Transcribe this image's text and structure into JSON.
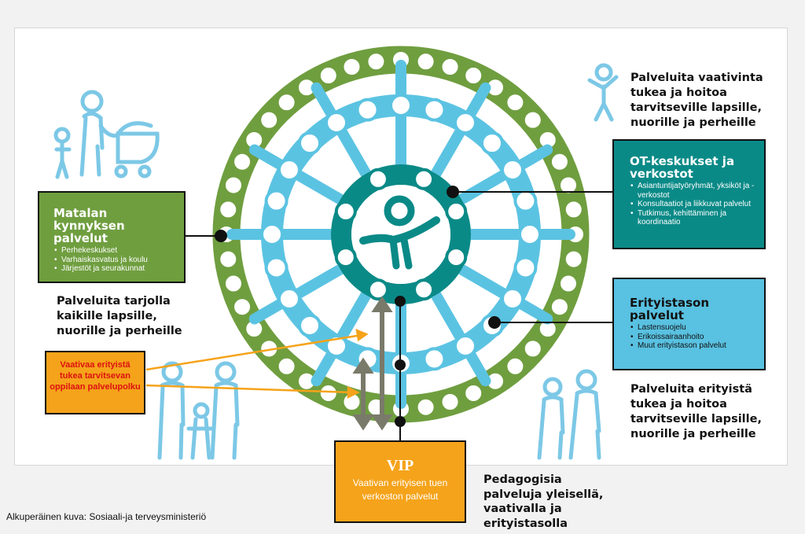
{
  "colors": {
    "green": "#6f9e3f",
    "light_blue": "#5bc3e2",
    "teal": "#0a8a87",
    "orange": "#f5a31a",
    "red_text": "#d11111",
    "person_icon": "#7cc8e6"
  },
  "left_box": {
    "title": "Matalan kynnyksen palvelut",
    "items": [
      "Perhekeskukset",
      "Varhaiskasvatus ja koulu",
      "Järjestöt ja seurakunnat"
    ]
  },
  "top_right_text": "Palveluita vaativinta tukea ja hoitoa tarvitseville lapsille, nuorille ja perheille",
  "ot_box": {
    "title": "OT-keskukset ja verkostot",
    "items": [
      "Asiantuntijatyöryhmät, yksiköt ja -verkostot",
      "Konsultaatiot ja liikkuvat palvelut",
      "Tutkimus, kehittäminen ja koordinaatio"
    ]
  },
  "erityis_box": {
    "title": "Erityistason palvelut",
    "items": [
      "Lastensuojelu",
      "Erikoissairaanhoito",
      "Muut erityistason palvelut"
    ]
  },
  "bottom_right_text": "Palveluita erityistä tukea ja hoitoa tarvitseville lapsille, nuorille ja perheille",
  "left_text": "Palveluita tarjolla kaikille lapsille, nuorille ja perheille",
  "red_box": "Vaativaa erityistä tukea tarvitsevan oppilaan palvelupolku",
  "vip_box": {
    "title": "VIP",
    "subtitle": "Vaativan erityisen tuen verkoston palvelut"
  },
  "ped_text": "Pedagogisia palveluja yleisellä, vaativalla ja erityistasolla",
  "credit": "Alkuperäinen kuva: Sosiaali-ja terveysministeriö",
  "icons": [
    "adult-with-child-and-stroller-icon",
    "raised-arms-child-icon",
    "family-icon",
    "adult-pair-icon",
    "center-child-icon"
  ]
}
